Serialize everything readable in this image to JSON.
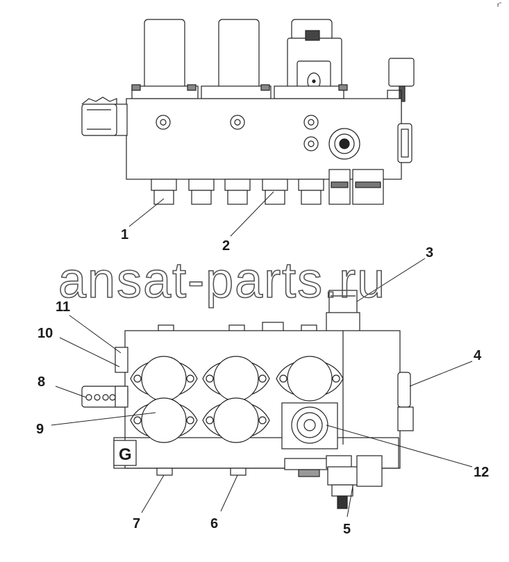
{
  "watermark": "ansat-parts.ru",
  "corner_mark": "r˜",
  "port_label": "G",
  "callouts": [
    "1",
    "2",
    "3",
    "4",
    "5",
    "6",
    "7",
    "8",
    "9",
    "10",
    "11",
    "12"
  ]
}
